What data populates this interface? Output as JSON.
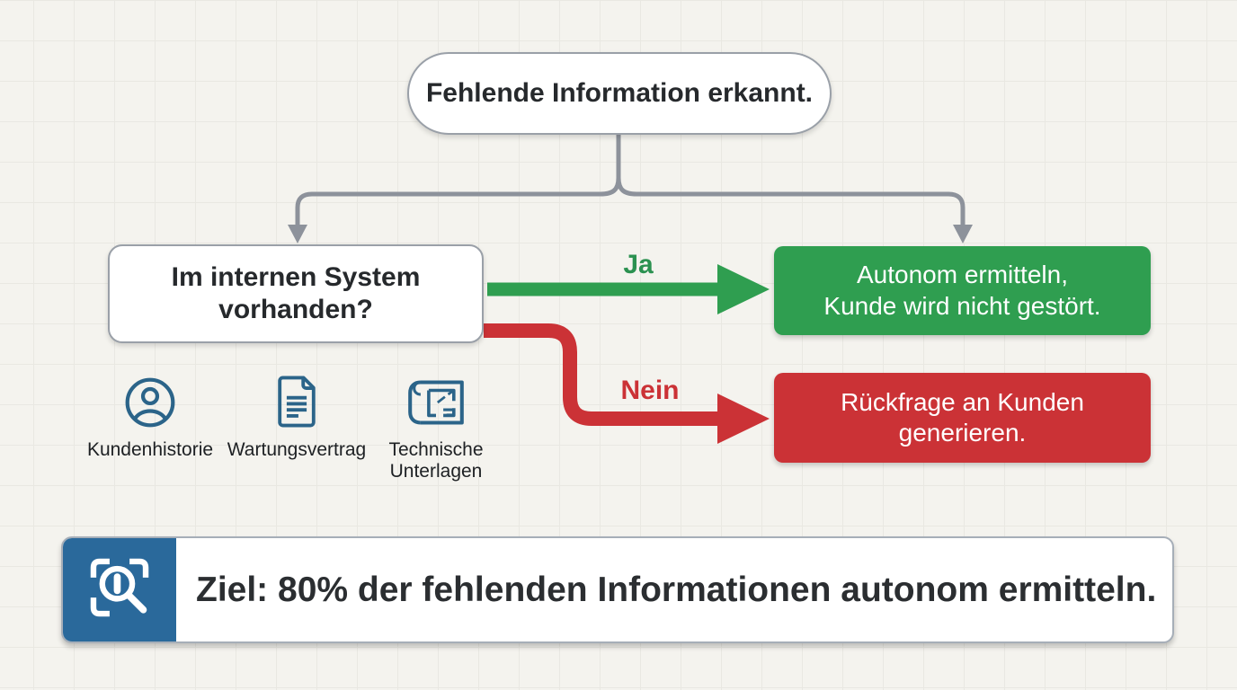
{
  "diagram": {
    "start_node": "Fehlende Information erkannt.",
    "decision_node": "Im internen System vorhanden?",
    "yes_label": "Ja",
    "yes_outcome": "Autonom ermitteln,\nKunde wird nicht gestört.",
    "no_label": "Nein",
    "no_outcome": "Rückfrage an Kunden\ngenerieren.",
    "sources": [
      {
        "icon": "user-circle-icon",
        "label": "Kundenhistorie"
      },
      {
        "icon": "document-icon",
        "label": "Wartungsvertrag"
      },
      {
        "icon": "blueprint-icon",
        "label": "Technische\nUnterlagen"
      }
    ],
    "goal": {
      "icon": "scan-search-icon",
      "text": "Ziel: 80% der fehlenden Informationen autonom ermitteln."
    }
  },
  "colors": {
    "background": "#f4f3ee",
    "grid_line": "#e9e8e2",
    "node_border": "#9aa0a8",
    "connector_gray": "#8d929b",
    "yes_green": "#2f9e50",
    "no_red": "#cb3236",
    "icon_steel_blue": "#2b6489",
    "goal_blue": "#2a699b",
    "text_dark": "#26292c",
    "text_white": "#ffffff"
  }
}
